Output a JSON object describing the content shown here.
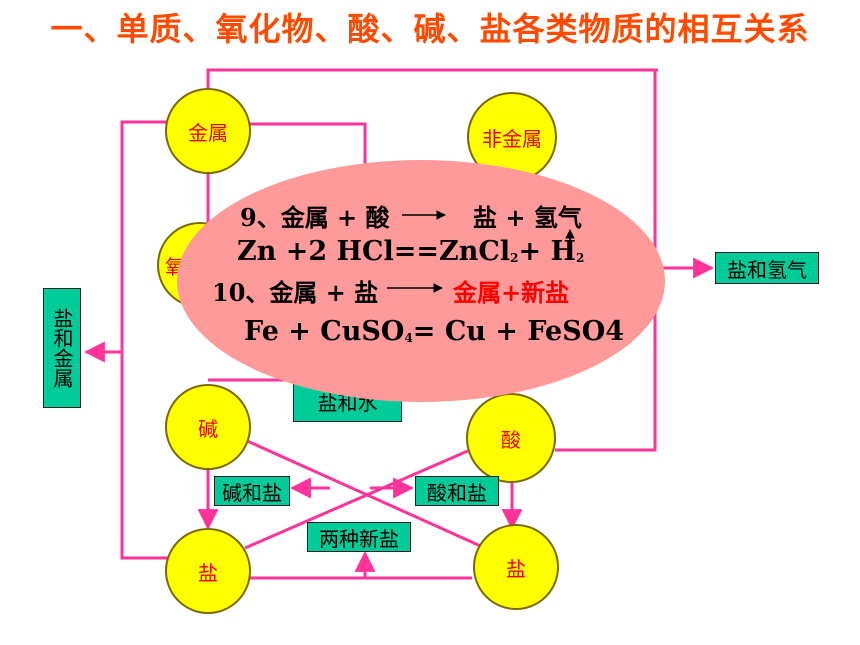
{
  "title": "一、单质、氧化物、酸、碱、盐各类物质的相互关系",
  "nodes": {
    "metal": "金属",
    "nonmetal": "非金属",
    "oxide_left_partial": "氧",
    "base": "碱",
    "acid": "酸",
    "salt_left": "盐",
    "salt_right": "盐"
  },
  "boxes": {
    "salt_and_hydrogen": "盐和氢气",
    "salt_and_metal": "盐和金属",
    "salt_and_water": "盐和水",
    "base_and_salt": "碱和盐",
    "acid_and_salt": "酸和盐",
    "two_new_salts": "两种新盐"
  },
  "bubble": {
    "line1_left": "9、金属 + 酸",
    "line1_right": "盐 + 氢气",
    "line2_a": "Zn +2 HCl==ZnCl",
    "line2_sub1": "2",
    "line2_b": "+ H",
    "line2_sub2": "2",
    "line3_left": "10、金属 + 盐",
    "line3_right": "金属+新盐",
    "line4_a": "Fe + CuSO",
    "line4_sub": "4",
    "line4_b": "= Cu + FeSO4"
  },
  "colors": {
    "title": "#ff4a00",
    "wire": "#ff3399",
    "node_fill": "#ffff00",
    "box_fill": "#00cc99",
    "bubble_fill": "#ff9a9a",
    "emphasis": "#ff0000"
  }
}
